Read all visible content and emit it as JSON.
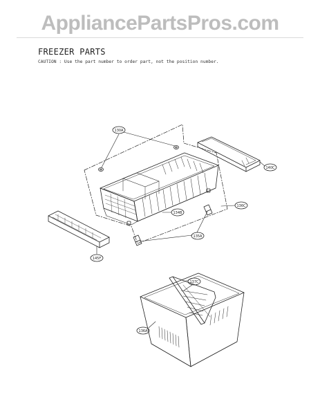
{
  "watermark": "AppliancePartsPros.com",
  "title": "FREEZER PARTS",
  "caution": "CAUTION : Use the part number to order part, not the position number.",
  "callouts": {
    "c130a": "130A",
    "c140c": "140C",
    "c136c": "136C",
    "c134b": "134B",
    "c135a": "135A",
    "c145f": "145F",
    "c137c": "137C",
    "c136a": "136A"
  },
  "colors": {
    "line": "#222222",
    "watermark": "#bdbdbd"
  }
}
